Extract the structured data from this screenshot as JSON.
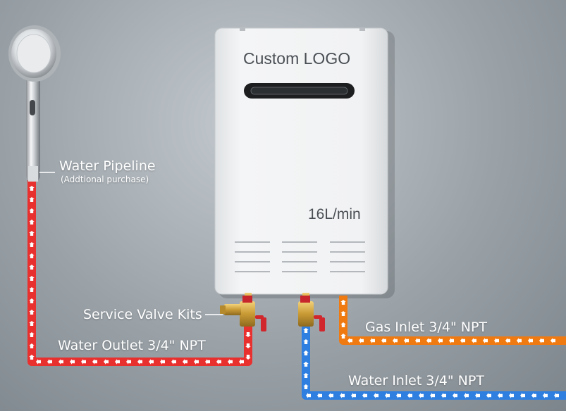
{
  "heater": {
    "logo_text": "Custom LOGO",
    "flow_rate": "16L/min"
  },
  "labels": {
    "water_pipeline": "Water Pipeline",
    "water_pipeline_note": "(Addtional purchase)",
    "service_valve_kits": "Service Valve Kits",
    "water_outlet": "Water Outlet 3/4\" NPT",
    "gas_inlet": "Gas Inlet 3/4\" NPT",
    "water_inlet": "Water Inlet 3/4\" NPT"
  },
  "colors": {
    "hot_water_pipe": "#e8302f",
    "gas_pipe": "#f07a12",
    "cold_water_pipe": "#2f7fe0",
    "arrow": "#ffffff",
    "heater_body": "#eef0f1"
  },
  "icons": [
    "shower-head-icon",
    "valve-icon",
    "flow-arrow-icon"
  ]
}
